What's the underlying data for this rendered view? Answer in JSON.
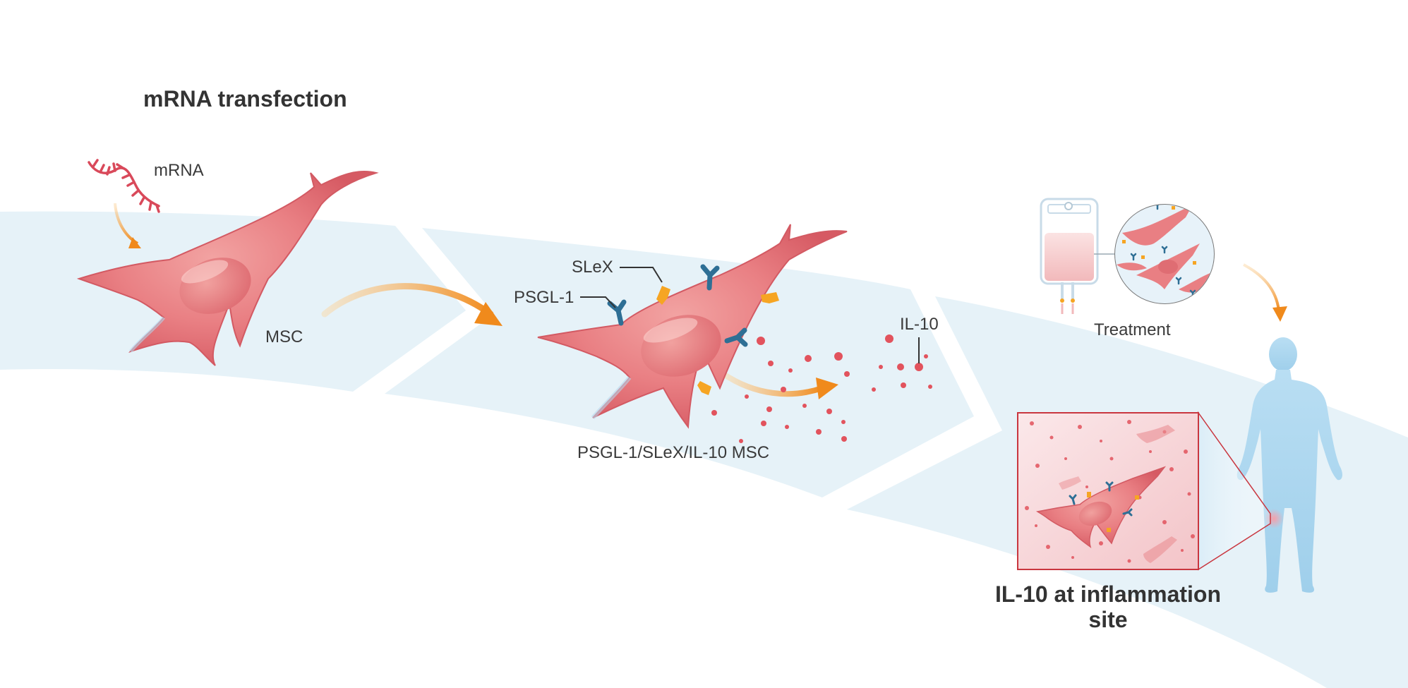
{
  "colors": {
    "band": "#e6f2f8",
    "cell": "#e97f83",
    "cell_dark": "#d8555e",
    "cell_light": "#f6b6b3",
    "arrow": "#f39220",
    "receptor_blue": "#2e6f95",
    "ligand_orange": "#f6a523",
    "particle": "#e2535d",
    "human": "#a9d5ef",
    "inset_border": "#c9363f"
  },
  "icons": [
    "mrna-strand-icon",
    "iv-bag-icon",
    "human-silhouette-icon",
    "flow-arrow-icon"
  ],
  "labels": {
    "title_transfection": "mRNA transfection",
    "mrna": "mRNA",
    "msc": "MSC",
    "slex": "SLeX",
    "psgl1": "PSGL-1",
    "il10": "IL-10",
    "engineered_msc": "PSGL-1/SLeX/IL-10 MSC",
    "treatment": "Treatment",
    "inflammation_line1": "IL-10 at inflammation",
    "inflammation_line2": "site"
  }
}
